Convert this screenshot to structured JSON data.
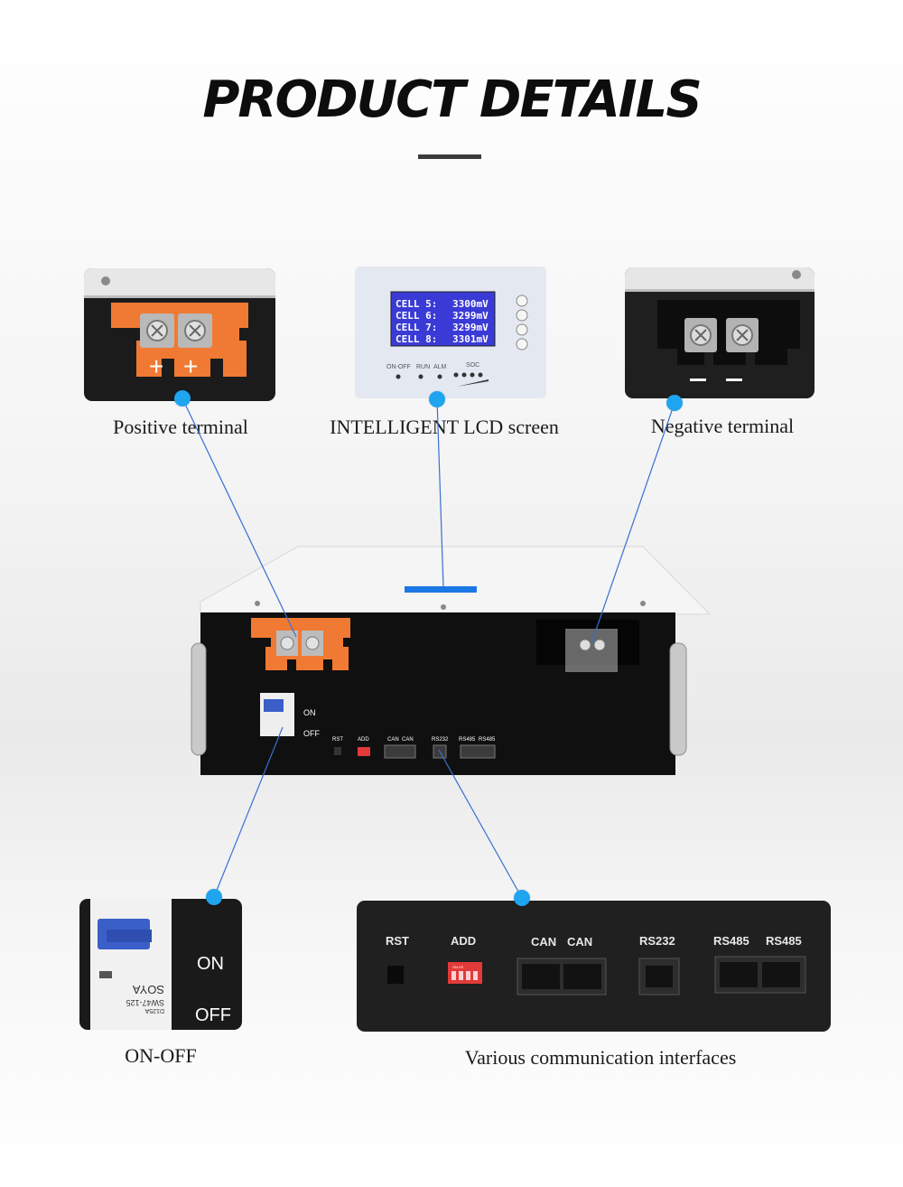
{
  "header": {
    "title": "PRODUCT DETAILS"
  },
  "captions": {
    "positive": "Positive terminal",
    "lcd": "INTELLIGENT LCD screen",
    "negative": "Negative terminal",
    "onoff": "ON-OFF",
    "comm": "Various communication interfaces"
  },
  "lcd": {
    "rows": [
      {
        "label": "CELL 5:",
        "value": "3300mV"
      },
      {
        "label": "CELL 6:",
        "value": "3299mV"
      },
      {
        "label": "CELL 7:",
        "value": "3299mV"
      },
      {
        "label": "CELL 8:",
        "value": "3301mV"
      }
    ],
    "indicators": {
      "onoff": "ON-OFF",
      "run": "RUN",
      "alm": "ALM",
      "soc": "SOC"
    }
  },
  "breaker": {
    "on": "ON",
    "off": "OFF",
    "brand": "SOYA",
    "model": "SW47-125",
    "rating": "D125A"
  },
  "battery_ports": [
    "RST",
    "ADD",
    "CAN",
    "CAN",
    "RS232",
    "RS485",
    "RS485"
  ],
  "comm_ports": {
    "rst": "RST",
    "add": "ADD",
    "can1": "CAN",
    "can2": "CAN",
    "rs232": "RS232",
    "rs485_1": "RS485",
    "rs485_2": "RS485",
    "dip": "ON KE"
  },
  "colors": {
    "accent_dot": "#1fa4ef",
    "terminal_orange": "#f07a33",
    "lcd_blue": "#3a3ad6",
    "line_blue": "#3a6fd1"
  }
}
